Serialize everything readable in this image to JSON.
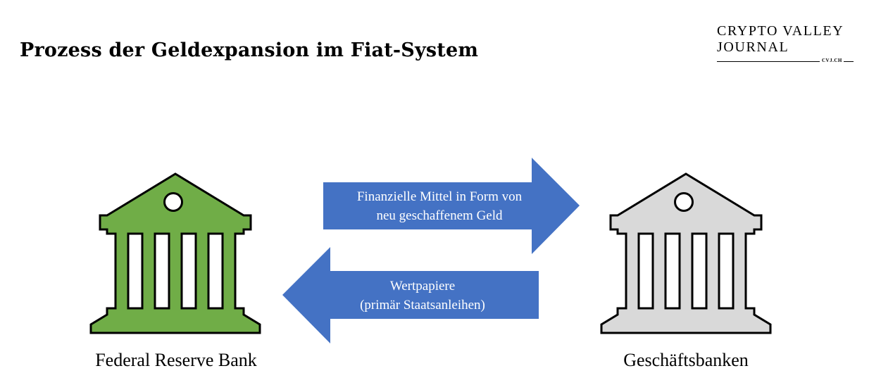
{
  "title": "Prozess der Geldexpansion im Fiat-System",
  "logo": {
    "line1": "CRYPTO VALLEY",
    "line2": "JOURNAL",
    "tag": "CVJ.CH"
  },
  "colors": {
    "central_bank_fill": "#70ad47",
    "commercial_bank_fill": "#d9d9d9",
    "arrow_fill": "#4472c4",
    "outline": "#000000"
  },
  "nodes": {
    "left": {
      "label": "Federal Reserve Bank",
      "icon": "bank-building-icon"
    },
    "right": {
      "label": "Geschäftsbanken",
      "icon": "bank-building-icon"
    }
  },
  "flows": {
    "to_right": {
      "direction": "right",
      "line1": "Finanzielle Mittel in Form von",
      "line2": "neu geschaffenem Geld"
    },
    "to_left": {
      "direction": "left",
      "line1": "Wertpapiere",
      "line2": "(primär Staatsanleihen)"
    }
  }
}
